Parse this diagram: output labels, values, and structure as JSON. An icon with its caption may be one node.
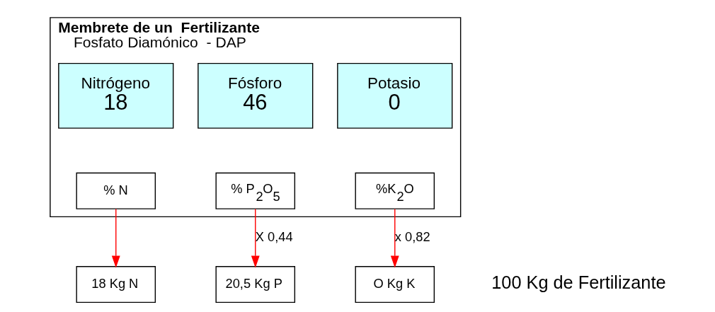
{
  "diagram": {
    "nodes": [
      {
        "text": [
          "Membrete de un  Fertilizante",
          "Fosfato Diamónico  - DAP"
        ]
      },
      {
        "text": [
          "Nitrógeno",
          "18"
        ],
        "in": 0
      },
      {
        "text": [
          "Fósforo",
          "46"
        ],
        "in": 0
      },
      {
        "text": [
          "Potasio",
          "0"
        ],
        "in": 0
      },
      {
        "text": [
          "% N"
        ],
        "in": 0
      },
      {
        "text": [
          "% P$_{2}$O$_{5}$"
        ],
        "in": 0
      },
      {
        "text": [
          "%K$_{2}$O"
        ],
        "in": 0
      },
      {
        "text": [
          "18 Kg N"
        ]
      },
      {
        "text": [
          "20,5 Kg P"
        ]
      },
      {
        "text": [
          "O Kg K"
        ]
      }
    ],
    "edges": [
      {
        "from": 4,
        "to": 7,
        "arrow": "to"
      },
      {
        "from": 5,
        "to": 8,
        "arrow": "to",
        "label": "X 0,44"
      },
      {
        "from": 6,
        "to": 9,
        "arrow": "to",
        "label": "x 0,82"
      }
    ],
    "labels": [
      "100 Kg de Fertilizante"
    ]
  }
}
